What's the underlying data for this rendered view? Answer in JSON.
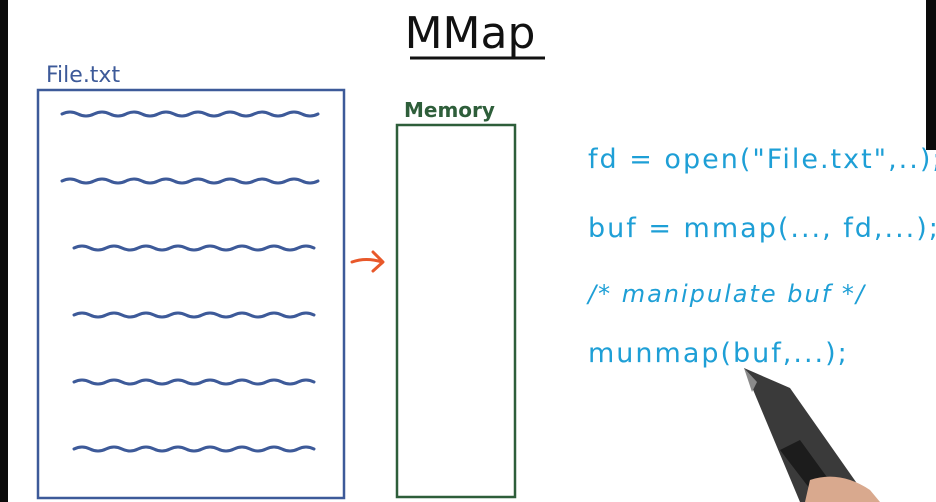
{
  "title": "MMap",
  "file": {
    "label": "File.txt",
    "line_count": 6
  },
  "memory": {
    "label": "Memory"
  },
  "code_lines": [
    "fd = open(\"File.txt\",..);",
    "buf = mmap(..., fd,...);",
    "/* manipulate buf */",
    "munmap(buf,...);"
  ],
  "colors": {
    "file_box": "#3d5a99",
    "memory_box": "#2e5e3a",
    "arrow": "#e8582a",
    "code": "#1e9fd6",
    "title": "#111111"
  }
}
